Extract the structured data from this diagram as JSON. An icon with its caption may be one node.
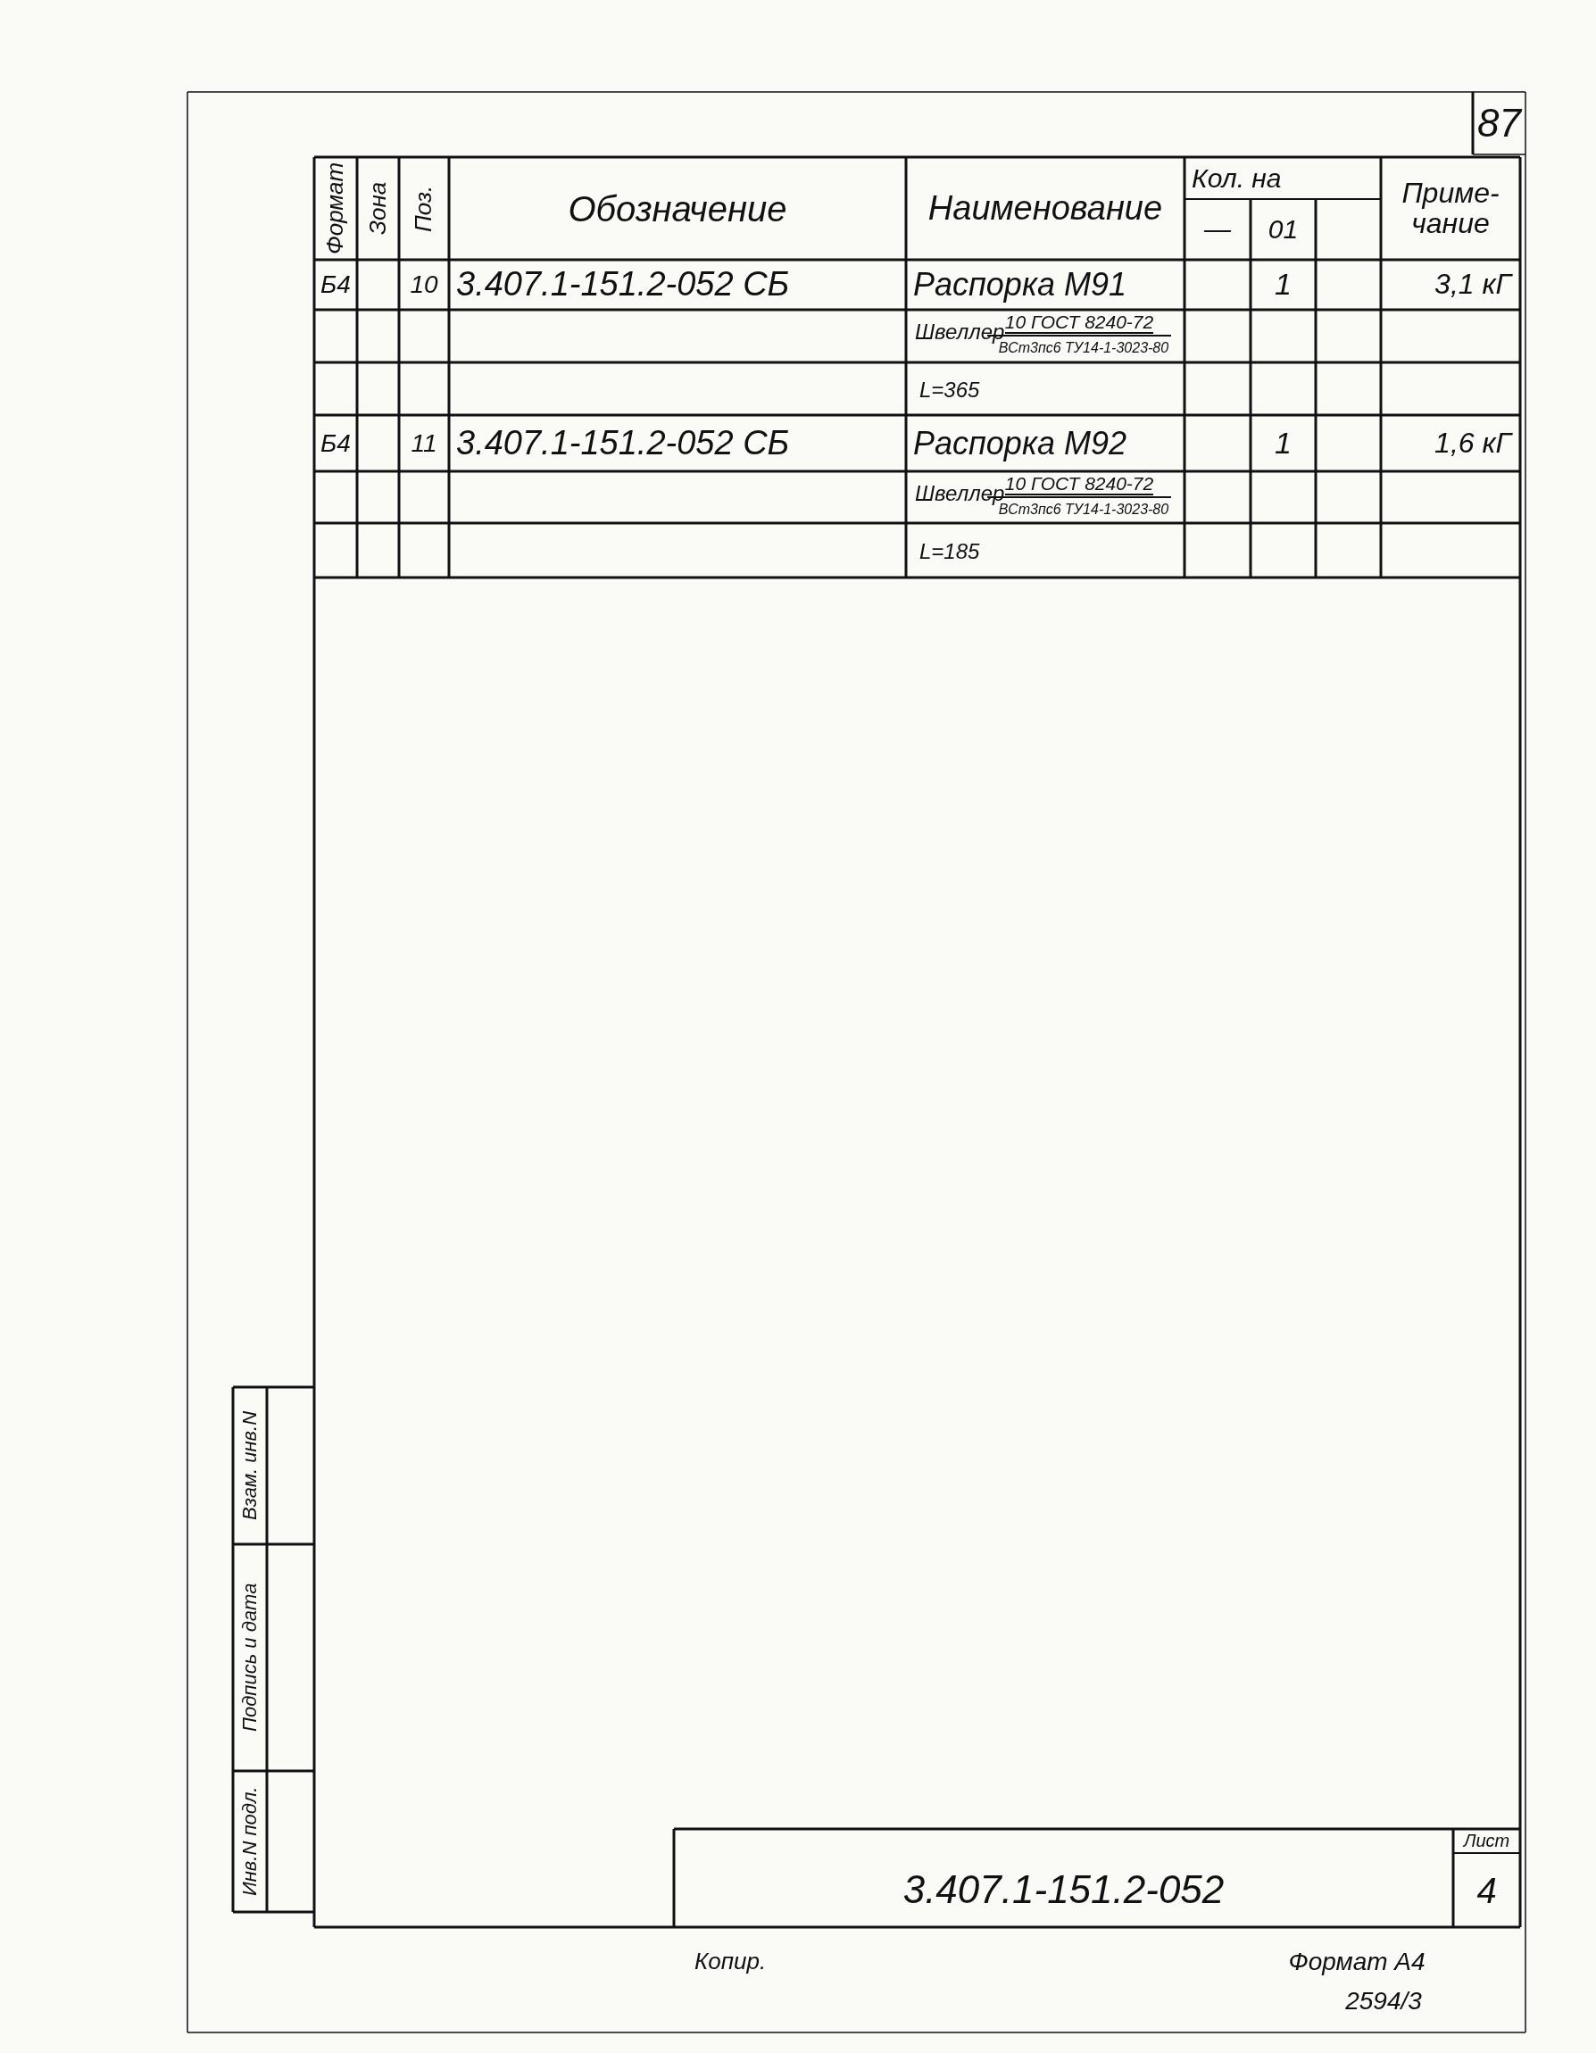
{
  "diagram": {
    "labels": [
      "87",
      "Формат",
      "Зона",
      "Поз.",
      "Обозначение",
      "Наименование",
      "Кол. на",
      "—",
      "01",
      "Приме- чание",
      "Б4",
      "10",
      "3.407.1-151.2-052 СБ",
      "Распорка М91",
      "1",
      "3,1 кГ",
      "Швеллер",
      "10 ГОСТ 8240-72",
      "ВСт3пс6 ТУ14-1-3023-80",
      "L=365",
      "Б4",
      "11",
      "3.407.1-151.2-052 СБ",
      "Распорка М92",
      "1",
      "1,6 кГ",
      "Швеллер",
      "10 ГОСТ 8240-72",
      "ВСт3пс6 ТУ14-1-3023-80",
      "L=185",
      "Взам. инв.N",
      "Подпись и дата",
      "Инв.N подл.",
      "3.407.1-151.2-052",
      "Лист",
      "4",
      "Копир.",
      "Формат А4",
      "2594/3"
    ]
  }
}
